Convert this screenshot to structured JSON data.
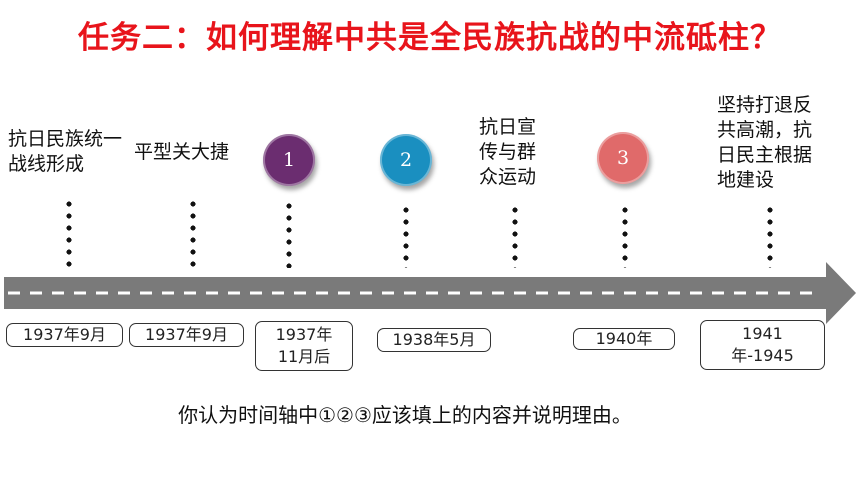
{
  "title": "任务二：如何理解中共是全民族抗战的中流砥柱？",
  "events": [
    {
      "label": "抗日民族统一战线形成",
      "date": "1937年9月"
    },
    {
      "label": "平型关大捷",
      "date": "1937年9月"
    },
    {
      "marker": "1",
      "date": "1937年11月后",
      "color": "#6b2d70"
    },
    {
      "marker": "2",
      "date": "1938年5月",
      "color": "#1a8fc0"
    },
    {
      "label": "抗日宣传与群众运动",
      "date": ""
    },
    {
      "marker": "3",
      "date": "1940年",
      "color": "#e06a6a"
    },
    {
      "label": "坚持打退反共高潮，抗日民主根据地建设",
      "date": "1941年-1945"
    }
  ],
  "question": "你认为时间轴中①②③应该填上的内容并说明理由。",
  "colors": {
    "title": "#e8141b",
    "arrow": "#7a7a7a"
  }
}
